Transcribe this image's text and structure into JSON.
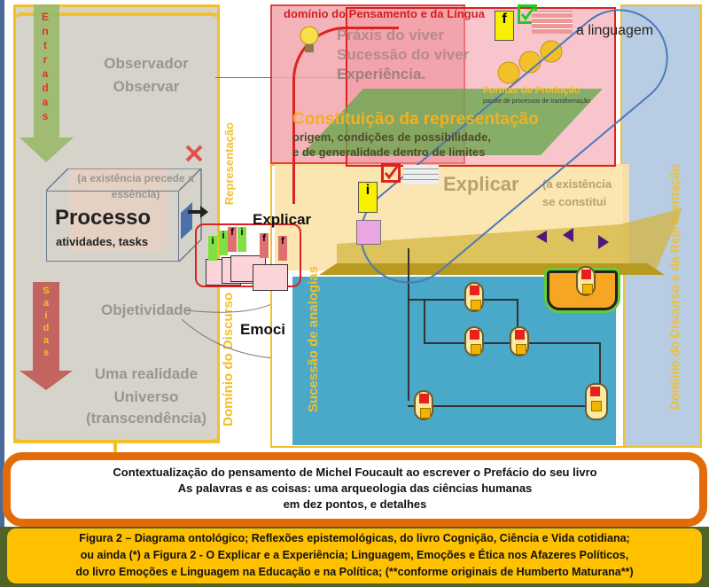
{
  "left_panel": {
    "inputs_arrow": "Entradas",
    "outputs_arrow": "Saídas",
    "observer": "Observador",
    "observe": "Observar",
    "existence_note": "(a existência precede a essência)",
    "process_title": "Processo",
    "process_subtitle": "atividades, tasks",
    "objectivity": "Objetividade",
    "reality": "Uma realidade",
    "universe": "Universo",
    "transcendence": "(transcendência)",
    "side_label": "Domínio do Discurso",
    "side_label_2": "Representação"
  },
  "middle": {
    "explain": "Explicar",
    "emotion": "Emoci",
    "tag_i": "i",
    "tag_f": "f"
  },
  "thought_domain": {
    "title": "domínio do Pensamento e da Língua",
    "praxis": "Práxis do viver",
    "succession": "Sucessão do viver",
    "experience": "Experiência.",
    "language": "a linguagem",
    "forms_production": "Formas de Produção",
    "forms_sub": "pacote de processos de transformação"
  },
  "diagonal": {
    "constitution": "Constituição da representação",
    "origin": "origem, condições de possibilidade,",
    "generality": "e de generalidade dentro de limites"
  },
  "yellow_zone": {
    "explain_faded": "Explicar",
    "existence": "(a existência se constitui"
  },
  "blue_zone": {
    "side_label": "Sucessão de analogias"
  },
  "right_strip": {
    "label": "Domínio do Discurso e da Representação"
  },
  "context_box": {
    "line1": "Contextualização do pensamento de Michel Foucault ao escrever o Prefácio do seu livro",
    "line2": "As palavras e as coisas: uma arqueologia das ciências humanas",
    "line3": "em dez pontos, e detalhes"
  },
  "caption": {
    "line1": "Figura 2 – Diagrama ontológico; Reflexões epistemológicas, do livro Cognição, Ciência e Vida cotidiana;",
    "line2": "ou ainda (*) a Figura 2 - O Explicar e a Experiência; Linguagem, Emoções e Ética nos Afazeres Políticos,",
    "line3": "do livro Emoções e Linguagem na Educação e na Política; (**conforme originais de Humberto Maturana**)"
  },
  "colors": {
    "gold": "#f2c029",
    "orange": "#e36c0a",
    "teal": "#4aa8c8",
    "pink": "#f3a6ad",
    "olive": "#4f6228",
    "caption_yellow": "#ffc000"
  }
}
